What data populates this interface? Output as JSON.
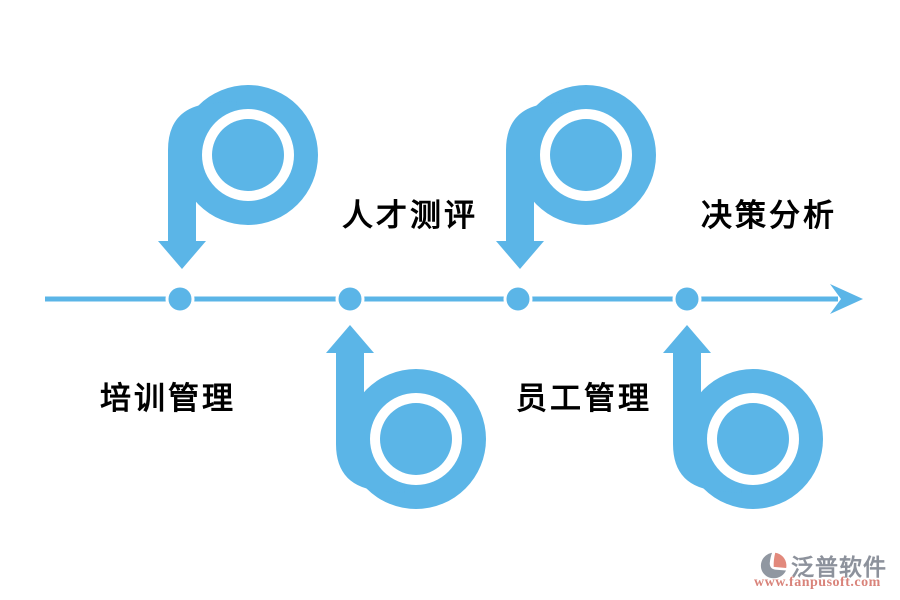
{
  "diagram": {
    "type": "process-timeline",
    "direction": "left-to-right",
    "node_count": 4,
    "items": [
      {
        "label": "培训管理",
        "marker_shape": "p",
        "arrow_direction": "down",
        "label_side": "below-line"
      },
      {
        "label": "人才测评",
        "marker_shape": "b",
        "arrow_direction": "up",
        "label_side": "above-line"
      },
      {
        "label": "员工管理",
        "marker_shape": "p",
        "arrow_direction": "down",
        "label_side": "below-line"
      },
      {
        "label": "决策分析",
        "marker_shape": "b",
        "arrow_direction": "up",
        "label_side": "above-line"
      }
    ]
  },
  "watermark": {
    "brand": "泛普软件",
    "website": "www.fanpusoft.com"
  },
  "colors": {
    "primary_blue": "#5bb5e7",
    "label_text": "#000000",
    "watermark_gray": "#8d929c",
    "watermark_salmon": "#d9837a",
    "background": "#ffffff"
  }
}
